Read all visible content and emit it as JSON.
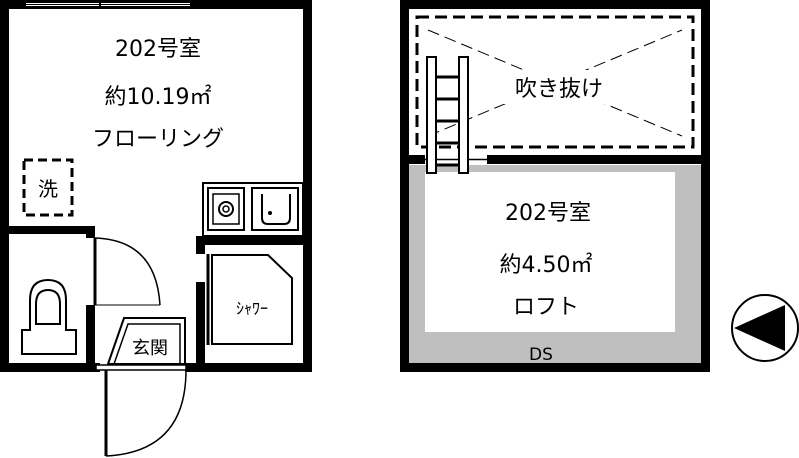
{
  "floor1": {
    "room_name": "202号室",
    "area": "約10.19㎡",
    "room_type": "フローリング",
    "washer": "洗",
    "shower": "ｼｬﾜｰ",
    "entrance": "玄関"
  },
  "loft": {
    "void": "吹き抜け",
    "room_name": "202号室",
    "area": "約4.50㎡",
    "room_type": "ロフト",
    "ds": "DS"
  },
  "compass": {
    "icon": "north-arrow-icon"
  }
}
